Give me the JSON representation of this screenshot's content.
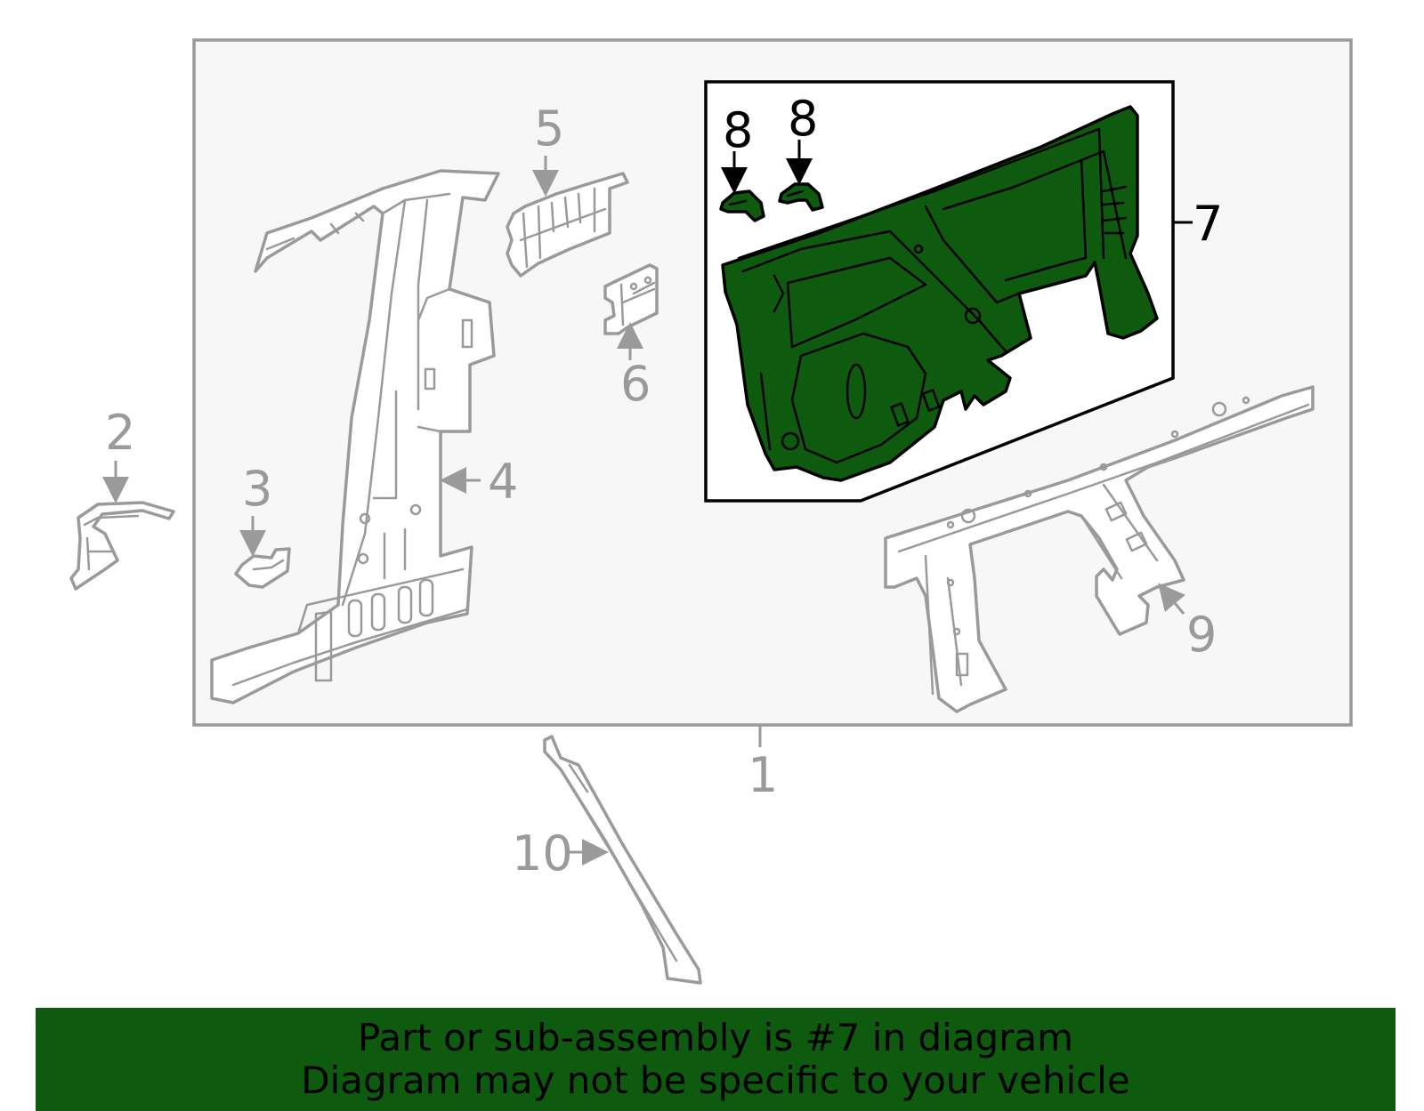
{
  "callouts": {
    "c1": "1",
    "c2": "2",
    "c3": "3",
    "c4": "4",
    "c5": "5",
    "c6": "6",
    "c7": "7",
    "c8a": "8",
    "c8b": "8",
    "c9": "9",
    "c10": "10"
  },
  "highlighted_part": "7",
  "colors": {
    "highlight": "#0e5a0e",
    "line": "#9a9a9a",
    "panel_bg": "#f7f7f7"
  },
  "banner": {
    "line1": "Part or sub-assembly is #7 in diagram",
    "line2": "Diagram may not be specific to your vehicle"
  }
}
